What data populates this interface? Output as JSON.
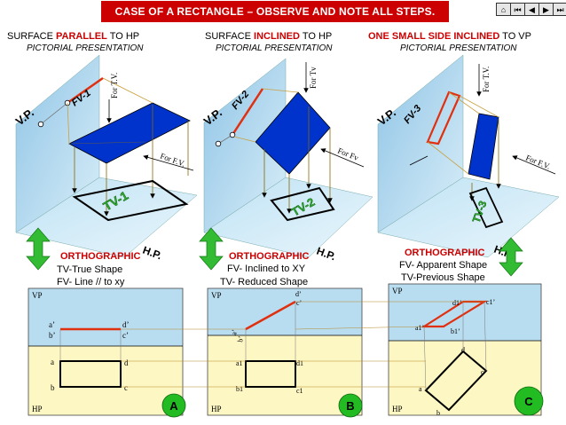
{
  "banner": {
    "title": "CASE OF A RECTANGLE – OBSERVE AND NOTE ALL STEPS."
  },
  "nav": {
    "icons": [
      "home-icon",
      "first-icon",
      "prev-icon",
      "next-icon",
      "last-icon"
    ],
    "glyphs": [
      "⌂",
      "⏮",
      "◀",
      "▶",
      "⏭"
    ]
  },
  "sections": [
    {
      "h_pre": "SURFACE ",
      "h_key": "PARALLEL",
      "h_post": " TO HP",
      "sub": "PICTORIAL PRESENTATION",
      "fv_tag": "FV-1",
      "tv_tag": "TV-1",
      "for_tv": "For T.V.",
      "for_fv": "For F.V.",
      "ortho": "ORTHOGRAPHIC",
      "note1": "TV-True Shape",
      "note2": "FV- Line // to xy",
      "badge": "A"
    },
    {
      "h_pre": "SURFACE ",
      "h_key": "INCLINED",
      "h_post": " TO HP",
      "sub": "PICTORIAL PRESENTATION",
      "fv_tag": "FV-2",
      "tv_tag": "TV-2",
      "for_tv": "For Tv",
      "for_fv": "For Fv",
      "ortho": "ORTHOGRAPHIC",
      "note1": "FV- Inclined to XY",
      "note2": "TV- Reduced Shape",
      "badge": "B"
    },
    {
      "h_pre": "",
      "h_key": "ONE SMALL SIDE INCLINED",
      "h_post": " TO VP",
      "sub": "PICTORIAL PRESENTATION",
      "fv_tag": "FV-3",
      "tv_tag": "TV-3",
      "for_tv": "For T.V.",
      "for_fv": "For F.V.",
      "ortho": "ORTHOGRAPHIC",
      "note1": "FV- Apparent Shape",
      "note2": "TV-Previous Shape",
      "badge": "C"
    }
  ],
  "planes": {
    "vp": "V.P.",
    "hp": "H.P.",
    "vp_short": "VP",
    "hp_short": "HP"
  },
  "labels": {
    "a1": {
      "a_": "a’",
      "b_": "b’",
      "d_": "d’",
      "c_": "c’",
      "a": "a",
      "b": "b",
      "c": "c",
      "d": "d"
    },
    "b1": {
      "a_": "a’",
      "b_": "b’",
      "d_": "d’",
      "c_": "c’",
      "a1": "a1",
      "b1": "b1",
      "c1": "c1",
      "d1": "d1"
    },
    "c1": {
      "a1_": "a1’",
      "b1_": "b1’",
      "c1_": "c1’",
      "d1_": "d1’",
      "a": "a",
      "b": "b",
      "c": "c",
      "d": "d"
    }
  },
  "colors": {
    "banner": "#cc0000",
    "vp": "#b9ddf0",
    "hp": "#fdf7c3",
    "plate": "#0033cc",
    "fv": "#e03010",
    "arrow": "#33bb33",
    "badge": "#22bb22"
  }
}
